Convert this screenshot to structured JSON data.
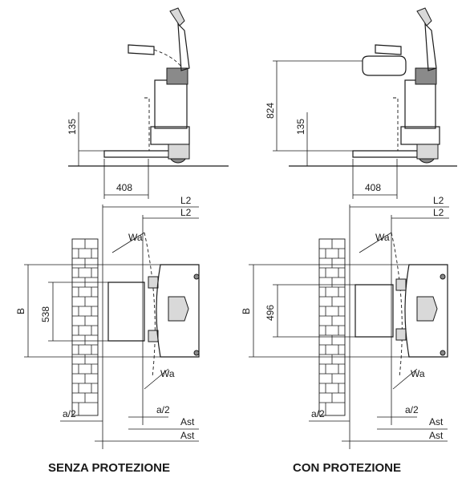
{
  "left": {
    "side": {
      "height_label": "135",
      "length_label": "408"
    },
    "top": {
      "l2_outer": "L2",
      "l2_inner": "L2",
      "wa_top": "Wa",
      "wa_bottom": "Wa",
      "b_label": "B",
      "fork_width": "538",
      "a2_left": "a/2",
      "a2_right": "a/2",
      "ast_inner": "Ast",
      "ast_outer": "Ast"
    },
    "caption": "SENZA PROTEZIONE"
  },
  "right": {
    "side": {
      "overall_height": "824",
      "height_label": "135",
      "length_label": "408"
    },
    "top": {
      "l2_outer": "L2",
      "l2_inner": "L2",
      "wa_top": "Wa",
      "wa_bottom": "Wa",
      "b_label": "B",
      "fork_width": "496",
      "a2_left": "a/2",
      "a2_right": "a/2",
      "ast_inner": "Ast",
      "ast_outer": "Ast"
    },
    "caption": "CON PROTEZIONE"
  }
}
